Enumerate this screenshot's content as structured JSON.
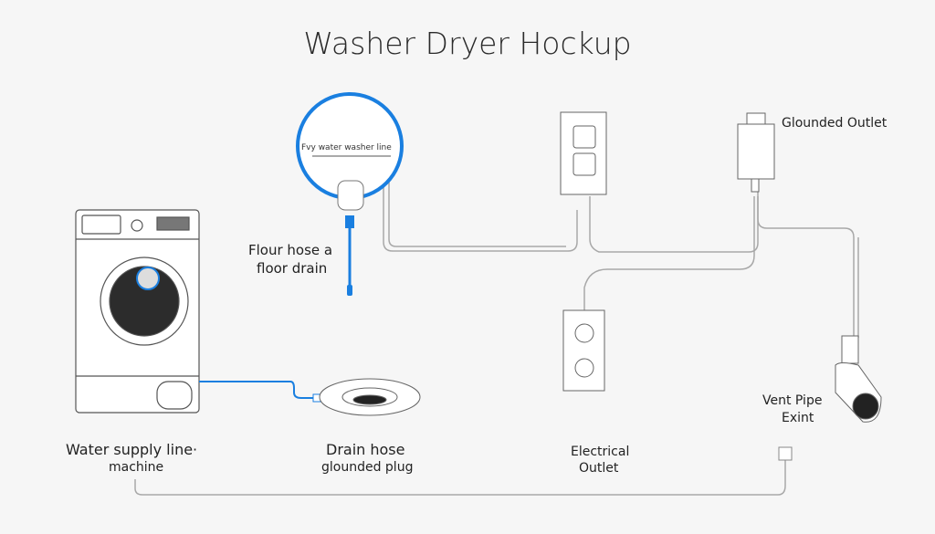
{
  "title": "Washer Dryer Hockup",
  "labels": {
    "circle_text": "Fvy water washer line",
    "floor_hose_1": "Flour hose a",
    "floor_hose_2": "floor drain",
    "grounded_outlet": "Glounded Outlet",
    "water_supply_1": "Water supply line·",
    "water_supply_2": "machine",
    "drain_hose_1": "Drain hose",
    "drain_hose_2": "glounded plug",
    "electrical_1": "Electrical",
    "electrical_2": "Outlet",
    "vent_1": "Vent Pipe",
    "vent_2": "Exint"
  },
  "colors": {
    "accent": "#1a7fe0",
    "line": "#9a9a9a",
    "background": "#f6f6f6"
  }
}
